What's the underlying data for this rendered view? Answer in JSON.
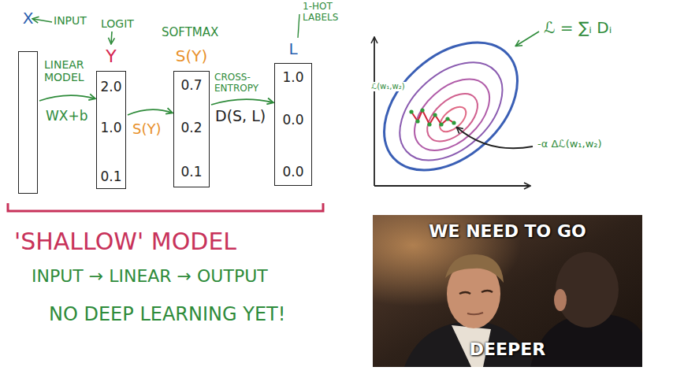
{
  "diagram": {
    "nodes": [
      {
        "text": [
          "X"
        ]
      },
      {
        "text": [
          "Y",
          "2.0",
          "1.0",
          "0.1"
        ]
      },
      {
        "text": [
          "S(Y)",
          "0.7",
          "0.2",
          "0.1"
        ]
      },
      {
        "text": [
          "L",
          "1.0",
          "0.0",
          "0.0"
        ]
      },
      {
        "text": [
          "WE NEED TO GO",
          "DEEPER"
        ]
      }
    ],
    "edges": [
      {
        "from": 0,
        "to": 1,
        "label": "WX+b",
        "arrow": "to"
      },
      {
        "from": 1,
        "to": 2,
        "label": "S(Y)",
        "arrow": "to"
      },
      {
        "from": 2,
        "to": 3,
        "label": "D(S, L)",
        "arrow": "to"
      }
    ],
    "labels": [
      "INPUT",
      "LOGIT",
      "SOFTMAX",
      "1-HOT LABELS",
      "LINEAR MODEL",
      "CROSS-ENTROPY",
      "'SHALLOW' MODEL",
      "INPUT → LINEAR → OUTPUT",
      "NO DEEP LEARNING YET!",
      "ℒ = ∑ᵢ Dᵢ",
      "ℒ(w₁,w₂)",
      "-α Δℒ(w₁,w₂)"
    ]
  }
}
